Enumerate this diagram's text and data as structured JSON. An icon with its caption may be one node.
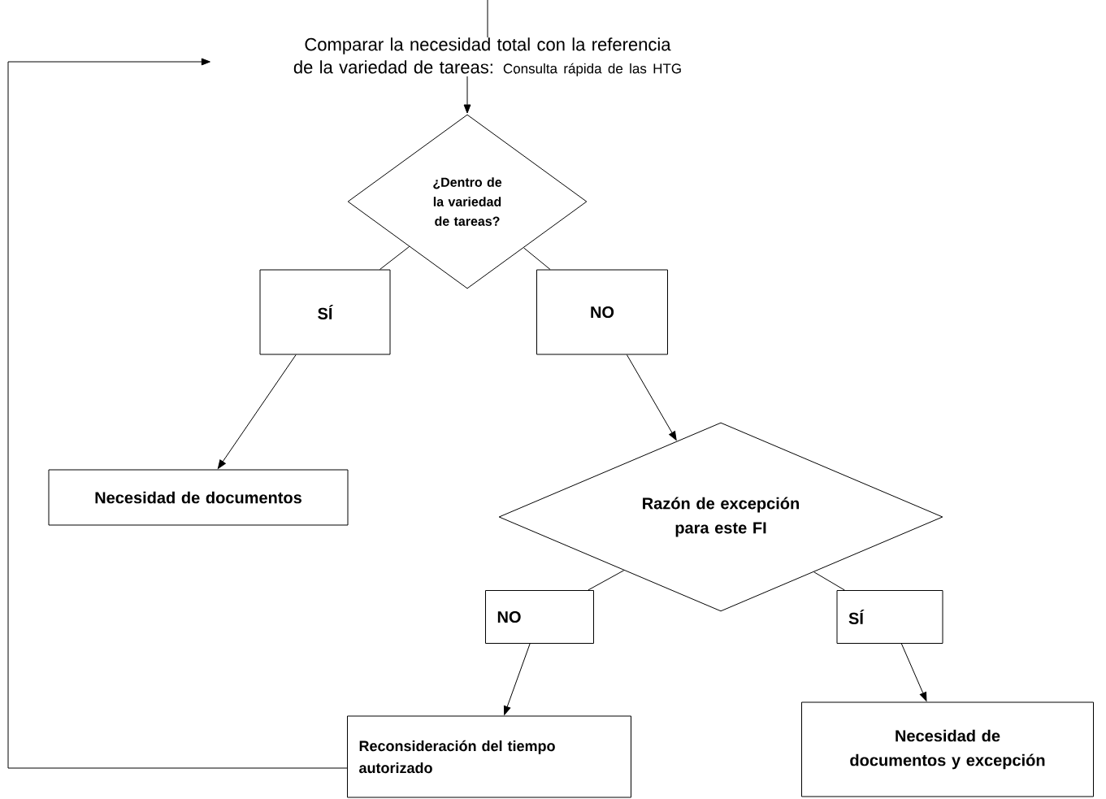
{
  "diagram": {
    "nodes": [
      {
        "text": [
          "Comparar la necesidad total con la referencia de la variedad de tareas:",
          "Consulta rápida de las HTG"
        ]
      },
      {
        "text": [
          "¿Dentro de la variedad de tareas?"
        ]
      },
      {
        "text": [
          "SÍ"
        ]
      },
      {
        "text": [
          "NO"
        ]
      },
      {
        "text": [
          "Necesidad de documentos"
        ]
      },
      {
        "text": [
          "Razón de excepción para este FI"
        ]
      },
      {
        "text": [
          "NO"
        ]
      },
      {
        "text": [
          "SÍ"
        ]
      },
      {
        "text": [
          "Reconsideración del tiempo autorizado"
        ]
      },
      {
        "text": [
          "Necesidad de documentos y excepción"
        ]
      }
    ],
    "edges": [
      {
        "from": null,
        "to": 0,
        "arrow": "none"
      },
      {
        "from": 0,
        "to": 1,
        "arrow": "to"
      },
      {
        "from": 1,
        "to": 2,
        "arrow": "none"
      },
      {
        "from": 1,
        "to": 3,
        "arrow": "none"
      },
      {
        "from": 2,
        "to": 4,
        "arrow": "to"
      },
      {
        "from": 3,
        "to": 5,
        "arrow": "to"
      },
      {
        "from": 5,
        "to": 6,
        "arrow": "none"
      },
      {
        "from": 5,
        "to": 7,
        "arrow": "none"
      },
      {
        "from": 6,
        "to": 8,
        "arrow": "to"
      },
      {
        "from": 7,
        "to": 9,
        "arrow": "to"
      },
      {
        "from": 8,
        "to": 0,
        "arrow": "to"
      }
    ]
  }
}
